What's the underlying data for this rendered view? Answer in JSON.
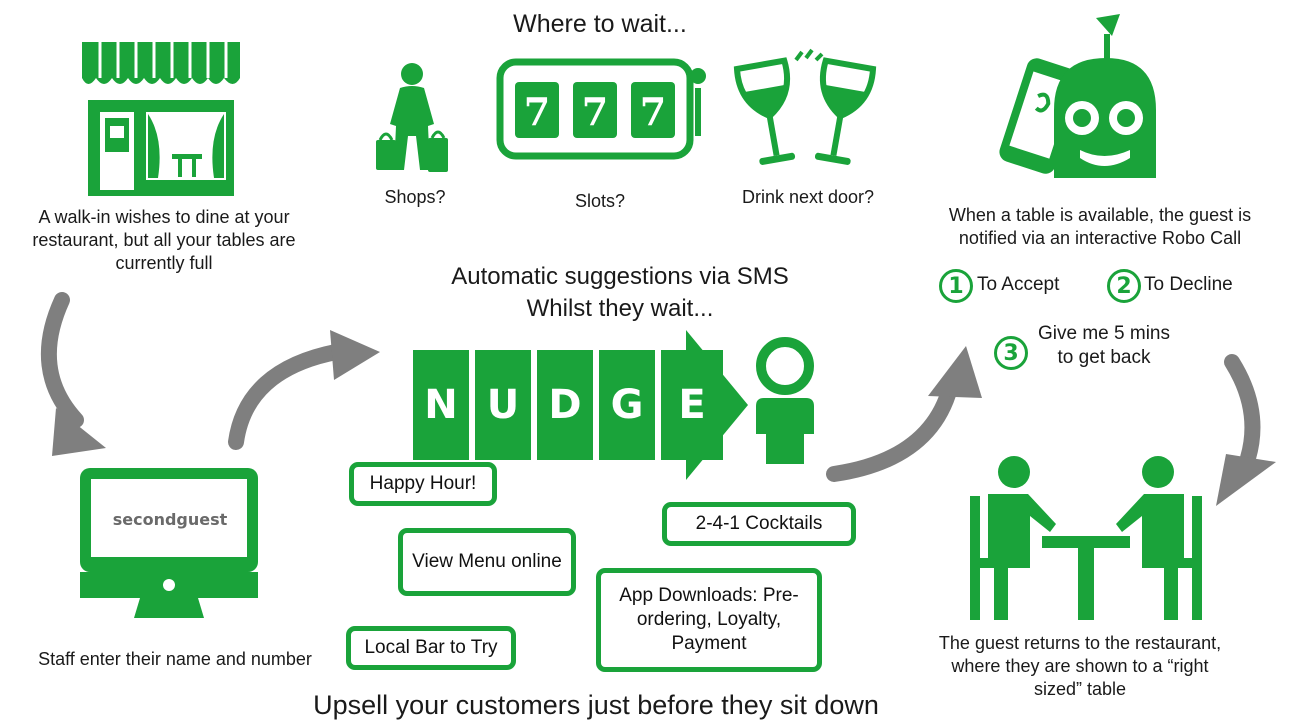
{
  "colors": {
    "accent": "#1aa33a",
    "arrow": "#7f7f7f",
    "text": "#1a1a1a"
  },
  "top": {
    "title": "Where to wait...",
    "options": [
      {
        "icon": "shopper-icon",
        "label": "Shops?"
      },
      {
        "icon": "slot-machine-icon",
        "label": "Slots?"
      },
      {
        "icon": "wine-glasses-icon",
        "label": "Drink next door?"
      }
    ],
    "slot_digits": [
      "7",
      "7",
      "7"
    ]
  },
  "walkin": {
    "icon": "storefront-icon",
    "text": "A walk-in wishes to dine at your restaurant, but all your tables are currently full"
  },
  "staff": {
    "icon": "monitor-icon",
    "logo": "secondguest",
    "text": "Staff enter their name and number"
  },
  "middle": {
    "heading_line1": "Automatic suggestions via SMS",
    "heading_line2": "Whilst they wait...",
    "nudge_letters": [
      "N",
      "U",
      "D",
      "G",
      "E"
    ],
    "suggestions": [
      "Happy Hour!",
      "View Menu online",
      "Local Bar to Try",
      "2-4-1 Cocktails",
      "App Downloads: Pre-ordering, Loyalty, Payment"
    ],
    "footer": "Upsell your customers just before they sit down"
  },
  "robo": {
    "icon": "robot-phone-icon",
    "text": "When a table is available, the guest is notified via an interactive Robo Call",
    "options": [
      {
        "num": "1",
        "label": "To Accept"
      },
      {
        "num": "2",
        "label": "To Decline"
      },
      {
        "num": "3",
        "label": "Give me 5 mins to get back"
      }
    ]
  },
  "table": {
    "icon": "dining-table-icon",
    "text": "The guest returns to the restaurant, where they are shown to a “right sized” table"
  }
}
